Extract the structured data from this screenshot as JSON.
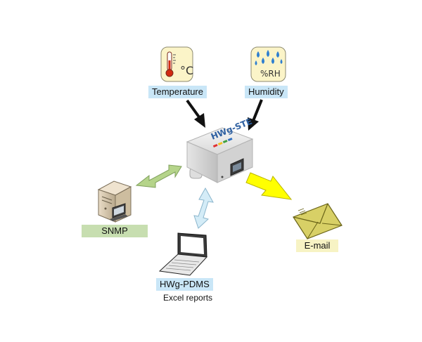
{
  "labels": {
    "temperature": "Temperature",
    "humidity": "Humidity",
    "snmp": "SNMP",
    "email": "E-mail",
    "pdms": "HWg-PDMS",
    "excel": "Excel reports"
  },
  "device": {
    "brand": "HWg-STE"
  },
  "icons": {
    "thermometer_unit": "°C",
    "humidity_unit": "%RH"
  },
  "colors": {
    "icon_bg": "#fbf4c8",
    "blue_label": "#c9e6f7",
    "green_label": "#c7deb0",
    "yellow_label": "#f7f3c4",
    "arrow_black": "#111111",
    "arrow_green": "#b5d48a",
    "arrow_yellow": "#ffff00",
    "arrow_lightblue": "#d4ecf7"
  }
}
